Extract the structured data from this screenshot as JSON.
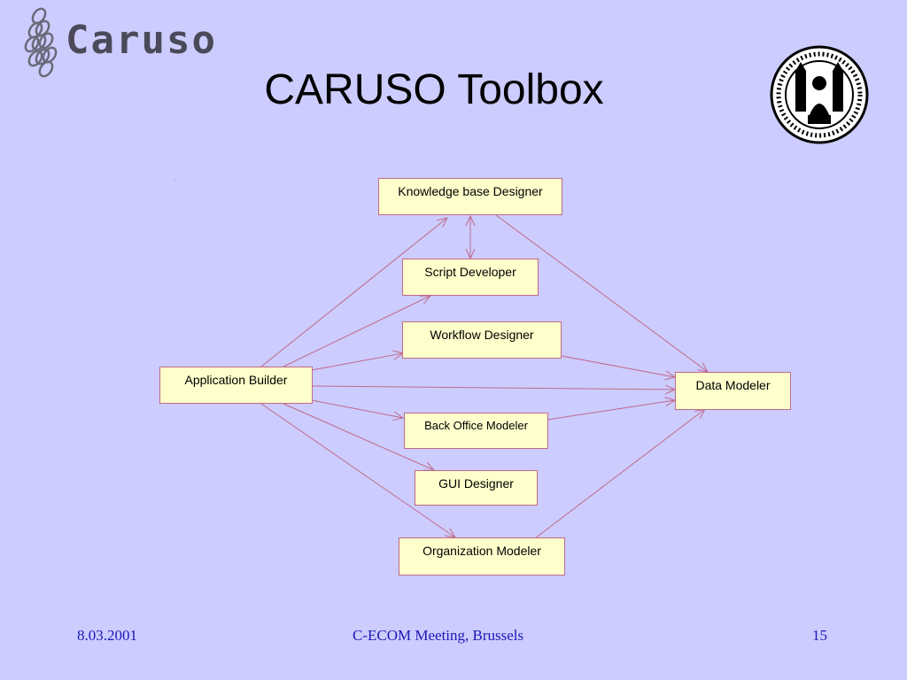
{
  "header": {
    "logo_text": "Caruso",
    "title": "CARUSO Toolbox"
  },
  "diagram": {
    "nodes": {
      "knowledge": "Knowledge base Designer",
      "script": "Script Developer",
      "workflow": "Workflow Designer",
      "app_builder": "Application Builder",
      "data_modeler": "Data Modeler",
      "back_office": "Back Office Modeler",
      "gui": "GUI Designer",
      "organization": "Organization Modeler"
    },
    "line_color": "#c06a8a",
    "box_color": "#ffffcc"
  },
  "footer": {
    "date": "8.03.2001",
    "event": "C-ECOM Meeting, Brussels",
    "page": "15"
  },
  "colors": {
    "background": "#ccccff",
    "footer_text": "#1a1ab8"
  }
}
